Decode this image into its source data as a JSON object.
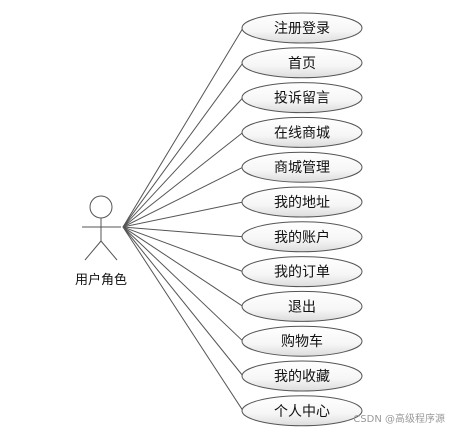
{
  "diagram": {
    "actor": {
      "label": "用户角色",
      "icon": "stick-figure-actor-icon"
    },
    "use_cases": [
      {
        "label": "注册登录"
      },
      {
        "label": "首页"
      },
      {
        "label": "投诉留言"
      },
      {
        "label": "在线商城"
      },
      {
        "label": "商城管理"
      },
      {
        "label": "我的地址"
      },
      {
        "label": "我的账户"
      },
      {
        "label": "我的订单"
      },
      {
        "label": "退出"
      },
      {
        "label": "购物车"
      },
      {
        "label": "我的收藏"
      },
      {
        "label": "个人中心"
      }
    ],
    "colors": {
      "ellipse_fill": "#ffffff",
      "ellipse_shade": "#dcdcdc",
      "stroke": "#555555"
    }
  },
  "watermark": {
    "text": "CSDN @高级程序源"
  }
}
